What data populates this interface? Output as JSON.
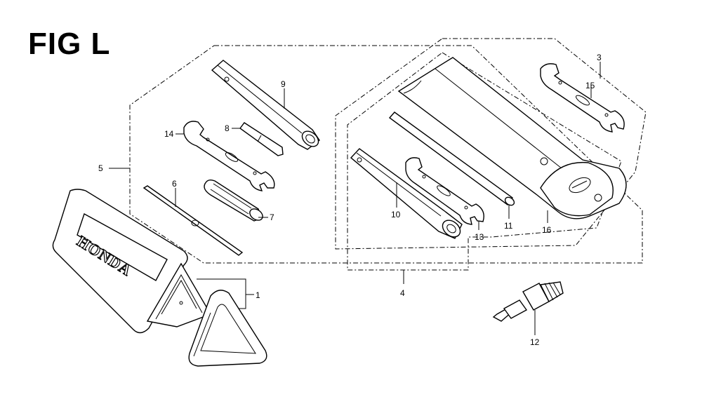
{
  "figure": {
    "title": "FIG L",
    "brand_text": "HONDA"
  },
  "callouts": {
    "c1": "1",
    "c3": "3",
    "c4": "4",
    "c5": "5",
    "c6": "6",
    "c7": "7",
    "c8": "8",
    "c9": "9",
    "c10": "10",
    "c11": "11",
    "c12": "12",
    "c13": "13",
    "c14": "14",
    "c15": "15",
    "c16": "16"
  },
  "colors": {
    "line": "#000000",
    "background": "#ffffff"
  }
}
